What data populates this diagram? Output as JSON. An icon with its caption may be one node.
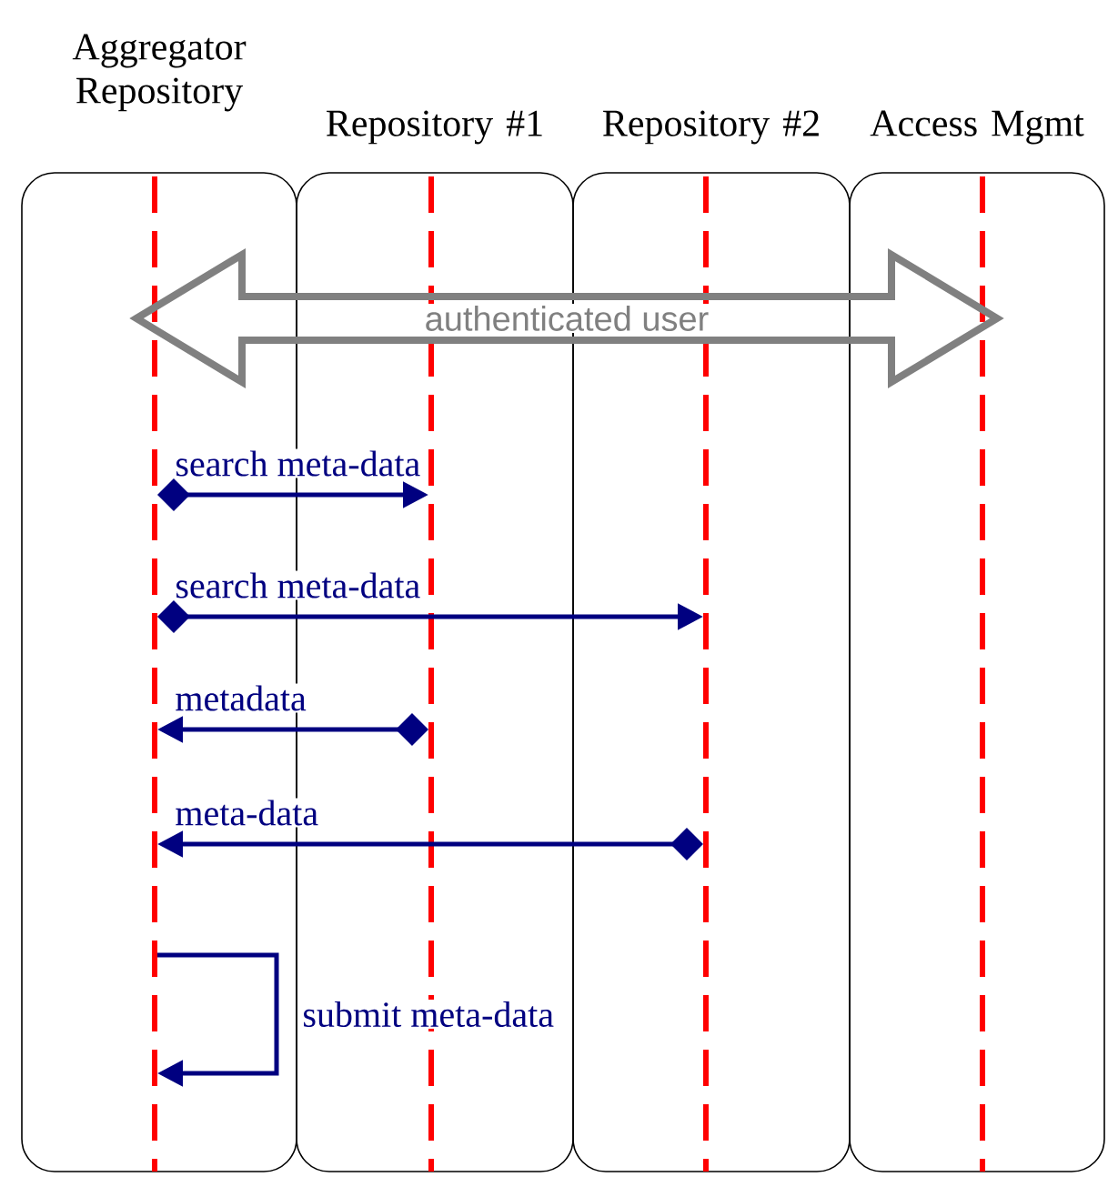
{
  "diagram": {
    "nodes": [
      {
        "text": [
          "Aggregator Repository"
        ]
      },
      {
        "text": [],
        "shape": "bar",
        "in": 0
      },
      {
        "text": [
          "Repository #1"
        ]
      },
      {
        "text": [],
        "shape": "bar",
        "in": 2
      },
      {
        "text": [
          "Repository #2"
        ]
      },
      {
        "text": [],
        "shape": "bar",
        "in": 4
      },
      {
        "text": [
          "Access Mgmt"
        ]
      },
      {
        "text": [],
        "shape": "bar",
        "in": 6
      }
    ],
    "edges": [
      {
        "from": 1,
        "to": 7,
        "arrow": "both",
        "label": "authenticated user",
        "style": "thick",
        "color": "#808080"
      },
      {
        "from": 1,
        "to": 3,
        "arrow": "to",
        "label": "search meta-data"
      },
      {
        "from": 1,
        "to": 5,
        "arrow": "to",
        "label": "search meta-data"
      },
      {
        "from": 3,
        "to": 1,
        "arrow": "to",
        "label": "metadata"
      },
      {
        "from": 5,
        "to": 1,
        "arrow": "to",
        "label": "meta-data"
      },
      {
        "from": 1,
        "to": 1,
        "arrow": "to",
        "label": "submit meta-data"
      }
    ]
  }
}
